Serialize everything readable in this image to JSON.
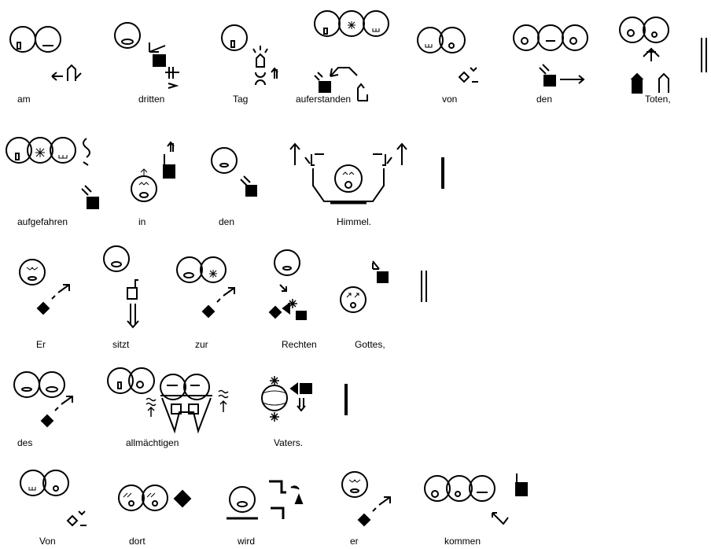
{
  "document": {
    "rows": [
      {
        "words": [
          "am",
          "dritten",
          "Tag",
          "auferstanden",
          "von",
          "den",
          "Toten,"
        ]
      },
      {
        "words": [
          "aufgefahren",
          "in",
          "den",
          "Himmel."
        ]
      },
      {
        "words": [
          "Er",
          "sitzt",
          "zur",
          "Rechten",
          "Gottes,"
        ]
      },
      {
        "words": [
          "des",
          "allmächtigen",
          "Vaters."
        ]
      },
      {
        "words": [
          "Von",
          "dort",
          "wird",
          "er",
          "kommen"
        ]
      }
    ]
  },
  "colors": {
    "ink": "#000000",
    "background": "#ffffff"
  }
}
